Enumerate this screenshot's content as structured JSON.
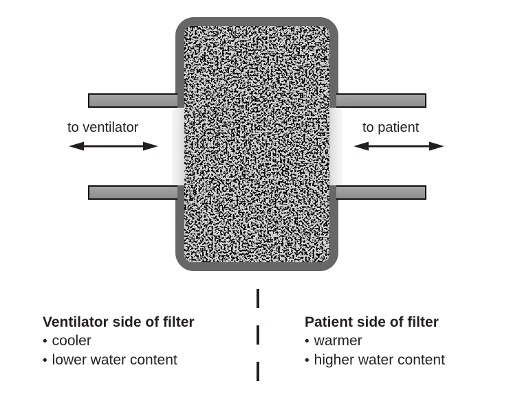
{
  "flow": {
    "left": {
      "label": "to ventilator"
    },
    "right": {
      "label": "to patient"
    }
  },
  "legend": {
    "bullet": "•",
    "left": {
      "title": "Ventilator side of filter",
      "bullets": [
        "cooler",
        "lower water content"
      ]
    },
    "right": {
      "title": "Patient side of filter",
      "bullets": [
        "warmer",
        "higher water content"
      ]
    }
  },
  "colors": {
    "ink": "#231f20",
    "background": "#ffffff",
    "canister": "#676767",
    "tube": "#9b9b9b",
    "tube-outline": "#111111",
    "port": "#e9e9e9",
    "foam-bg": "#d6d6d6",
    "foam-dot": "#141414"
  }
}
